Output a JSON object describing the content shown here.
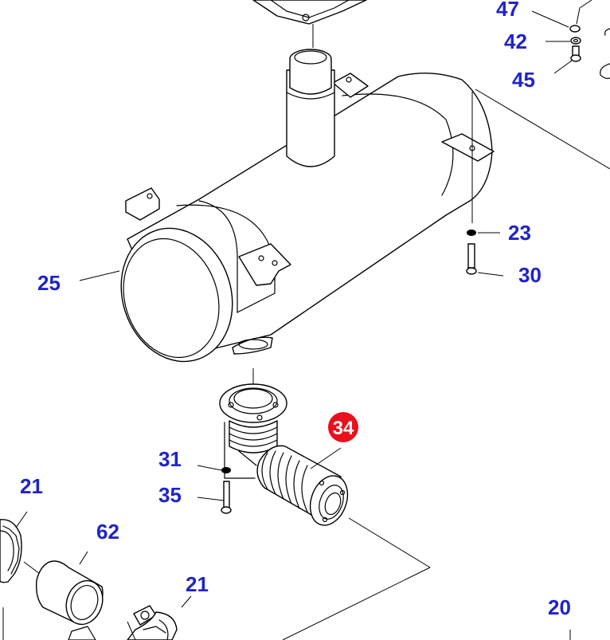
{
  "colors": {
    "label": "#1f24c8",
    "highlight": "#e8111c",
    "highlight_text": "#ffffff",
    "line": "#000000"
  },
  "labels": {
    "p47": "47",
    "p42": "42",
    "p45": "45",
    "p23": "23",
    "p30": "30",
    "p25": "25",
    "p34": "34",
    "p31": "31",
    "p35": "35",
    "p21a": "21",
    "p62": "62",
    "p21b": "21",
    "p20": "20"
  }
}
